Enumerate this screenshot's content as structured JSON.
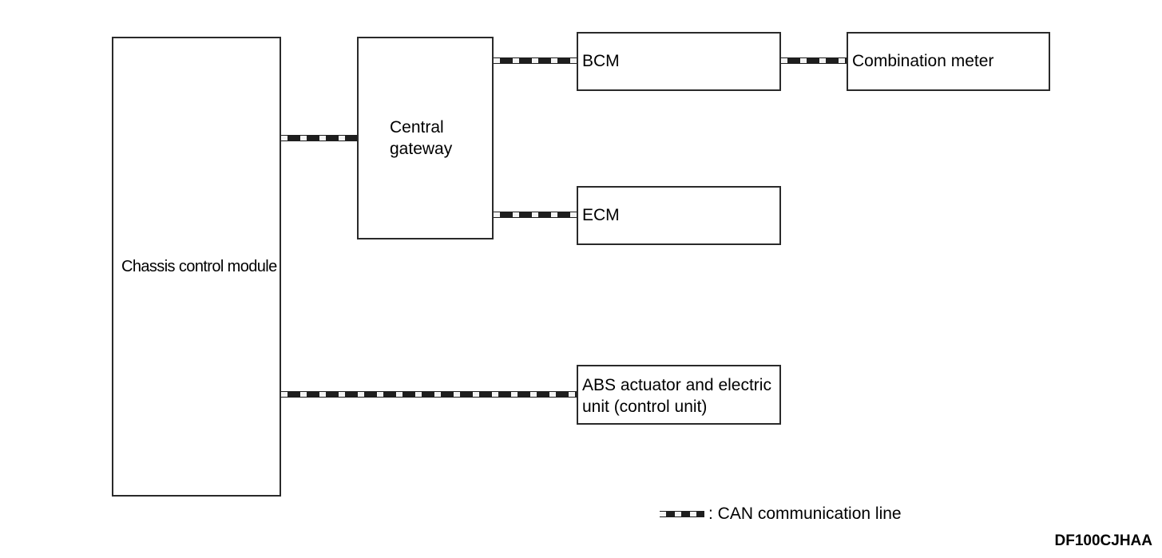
{
  "modules": {
    "chassis": {
      "label": "Chassis control module"
    },
    "gateway": {
      "label": "Central\ngateway"
    },
    "bcm": {
      "label": "BCM"
    },
    "combination_meter": {
      "label": "Combination meter"
    },
    "ecm": {
      "label": "ECM"
    },
    "abs": {
      "label": "ABS actuator and electric\nunit (control unit)"
    }
  },
  "connections": [
    {
      "from": "Chassis control module",
      "to": "Central gateway",
      "type": "CAN"
    },
    {
      "from": "Central gateway",
      "to": "BCM",
      "type": "CAN"
    },
    {
      "from": "BCM",
      "to": "Combination meter",
      "type": "CAN"
    },
    {
      "from": "Central gateway",
      "to": "ECM",
      "type": "CAN"
    },
    {
      "from": "Chassis control module",
      "to": "ABS actuator and electric unit (control unit)",
      "type": "CAN"
    }
  ],
  "legend": {
    "text": ": CAN communication line"
  },
  "figure_code": "DF100CJHAA"
}
